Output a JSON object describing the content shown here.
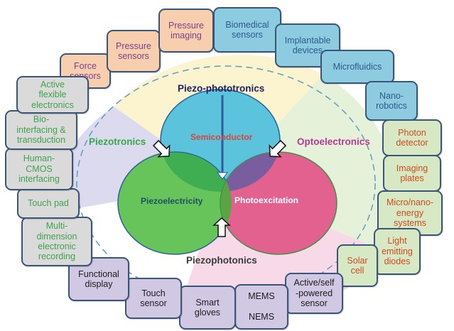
{
  "center": {
    "circles": [
      {
        "label": "Semiconductor",
        "color": "#5cc3dc",
        "text_color": "#d9453a"
      },
      {
        "label": "Piezoelectricity",
        "color": "#67c45a",
        "text_color": "#1d4f63"
      },
      {
        "label": "Photoexcitation",
        "color": "#e2618f",
        "text_color": "#ffffff"
      }
    ]
  },
  "fields": {
    "piezo_phototronics": {
      "label": "Piezo-phototronics",
      "color": "#1f2060"
    },
    "piezotronics": {
      "label": "Piezotronics",
      "color": "#37a84a"
    },
    "optoelectronics": {
      "label": "Optoelectronics",
      "color": "#b43c93"
    },
    "piezophotonics": {
      "label": "Piezophotonics",
      "color": "#3a3a3a"
    }
  },
  "applications": {
    "orange": [
      "Force\nsensors",
      "Pressure\nsensors",
      "Pressure\nimaging"
    ],
    "blue": [
      "Biomedical\nsensors",
      "Implantable\ndevices",
      "Microfluidics",
      "Nano-\nrobotics"
    ],
    "green": [
      "Photon\ndetector",
      "Imaging\nplates",
      "Micro/nano-\nenergy\nsystems",
      "Light\nemitting\ndiodes",
      "Solar\ncell"
    ],
    "purple": [
      "Active/self\n-powered\nsensor",
      "MEMS\n\nNEMS",
      "Smart\ngloves",
      "Touch\nsensor",
      "Functional\ndisplay"
    ],
    "gray": [
      "Multi-\ndimension\nelectronic\nrecording",
      "Touch pad",
      "Human-\nCMOS\ninterfacing",
      "Bio-\ninterfacing &\ntransduction",
      "Active\nflexible\nelectronics"
    ]
  }
}
